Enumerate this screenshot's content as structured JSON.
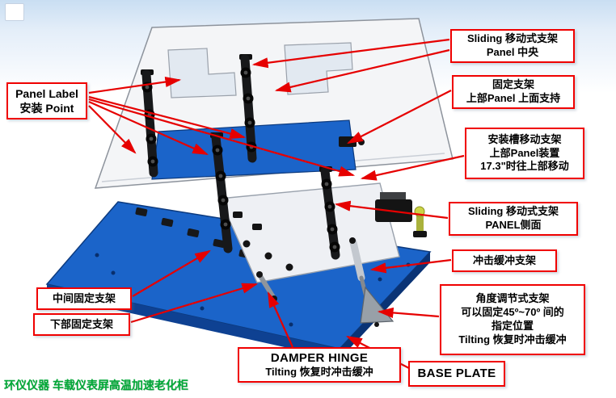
{
  "caption": "环仪仪器 车载仪表屏高温加速老化柜",
  "callouts": {
    "panel_label": {
      "lines": [
        "Panel Label",
        "安装 Point"
      ]
    },
    "sliding_center": {
      "lines": [
        "Sliding 移动式支架",
        "Panel 中央"
      ]
    },
    "fixed_top": {
      "lines": [
        "固定支架",
        "上部Panel 上面支持"
      ]
    },
    "slot_moving": {
      "lines": [
        "安装槽移动支架",
        "上部Panel装置",
        "17.3\"时往上部移动"
      ]
    },
    "sliding_side": {
      "lines": [
        "Sliding 移动式支架",
        "PANEL侧面"
      ]
    },
    "impact_buffer": {
      "lines": [
        "冲击缓冲支架"
      ]
    },
    "angle_adjust": {
      "lines": [
        "角度调节式支架",
        "可以固定45º~70º 间的",
        "指定位置",
        "Tilting 恢复时冲击缓冲"
      ]
    },
    "base_plate": {
      "lines": [
        "BASE PLATE"
      ]
    },
    "mid_fixed": {
      "lines": [
        "中间固定支架"
      ]
    },
    "low_fixed": {
      "lines": [
        "下部固定支架"
      ]
    },
    "damper_hinge": {
      "lines": [
        "DAMPER HINGE",
        "Tilting 恢复时冲击缓冲"
      ]
    }
  },
  "colors": {
    "callout_border": "#f00000",
    "arrow": "#e60000",
    "base_plate_blue": "#1b64c9",
    "panel_white": "#f4f5f7",
    "caption_green": "#00a836"
  }
}
